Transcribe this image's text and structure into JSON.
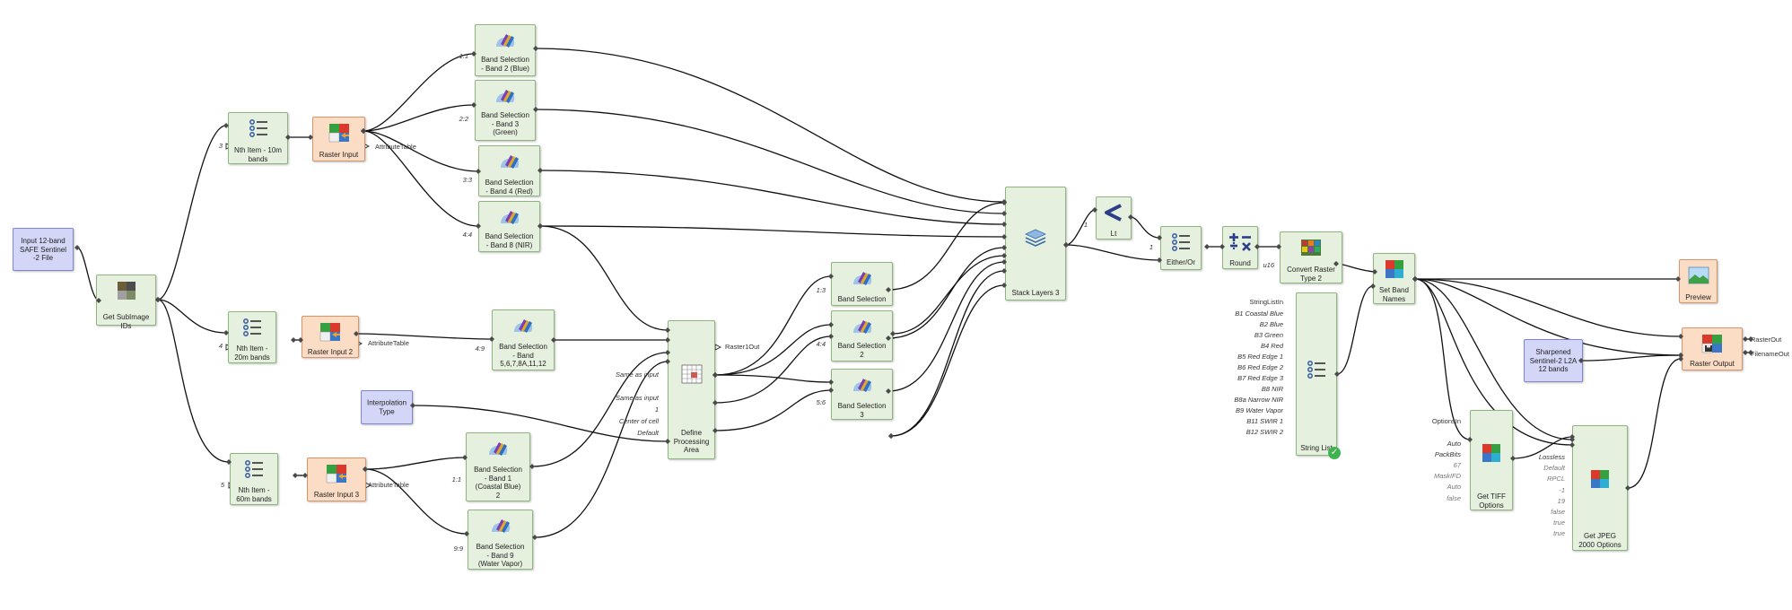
{
  "nodes": {
    "input_file": {
      "label": "Input 12-band\nSAFE Sentinel\n-2 File"
    },
    "get_subimage": {
      "label": "Get SubImage\nIDs"
    },
    "nth_10m": {
      "label": "Nth Item - 10m\nbands",
      "in_value": "3"
    },
    "nth_20m": {
      "label": "Nth Item -\n20m bands",
      "in_value": "4"
    },
    "nth_60m": {
      "label": "Nth Item -\n60m bands",
      "in_value": "5"
    },
    "raster_input": {
      "label": "Raster Input",
      "out_port": "AttributeTable"
    },
    "raster_input_2": {
      "label": "Raster Input 2",
      "out_port": "AttributeTable"
    },
    "raster_input_3": {
      "label": "Raster Input 3",
      "out_port": "AttributeTable"
    },
    "band_2": {
      "label": "Band Selection\n- Band 2 (Blue)",
      "in_value": "1:1"
    },
    "band_3": {
      "label": "Band Selection\n- Band 3\n(Green)",
      "in_value": "2:2"
    },
    "band_4": {
      "label": "Band Selection\n- Band 4 (Red)",
      "in_value": "3:3"
    },
    "band_8": {
      "label": "Band Selection\n- Band 8 (NIR)",
      "in_value": "4:4"
    },
    "band_20m": {
      "label": "Band Selection\n- Band\n5,6,7,8A,11,12",
      "in_value": "4:9"
    },
    "band_1": {
      "label": "Band Selection\n- Band 1\n(Coastal Blue)\n2",
      "in_value": "1:1"
    },
    "band_9": {
      "label": "Band Selection\n- Band 9\n(Water Vapor)",
      "in_value": "9:9"
    },
    "interp_type": {
      "label": "Interpolation\nType"
    },
    "define_area": {
      "label": "Define\nProcessing\nArea",
      "out_port": "Raster1Out",
      "in_values": [
        "Same as input",
        "Same as input",
        "1",
        "Center of cell",
        "Default"
      ]
    },
    "band_sel_a": {
      "label": "Band Selection",
      "in_value": "1:3"
    },
    "band_sel_b": {
      "label": "Band Selection\n2",
      "in_value": "4:4"
    },
    "band_sel_c": {
      "label": "Band Selection\n3",
      "in_value": "5:6"
    },
    "stack_layers": {
      "label": "Stack Layers 3"
    },
    "lt": {
      "label": "Lt",
      "in_value": "1"
    },
    "either_or": {
      "label": "Either/Or",
      "in_value": "1"
    },
    "round": {
      "label": "Round"
    },
    "convert_raster": {
      "label": "Convert Raster\nType 2",
      "in_value": "u16"
    },
    "string_list": {
      "label": "String List",
      "in_values": [
        "StringListIn",
        "B1 Coastal Blue",
        "B2 Blue",
        "B3 Green",
        "B4 Red",
        "B5 Red Edge 1",
        "B6 Red Edge 2",
        "B7 Red Edge 3",
        "B8 NIR",
        "B8a Narrow NIR",
        "B9 Water Vapor",
        "B11 SWIR 1",
        "B12 SWIR 2"
      ]
    },
    "set_band_names": {
      "label": "Set Band\nNames"
    },
    "preview": {
      "label": "Preview"
    },
    "sharpened_name": {
      "label": "Sharpened\nSentinel-2 L2A\n12 bands"
    },
    "raster_output": {
      "label": "Raster Output",
      "out_ports": [
        "RasterOut",
        "FilenameOut"
      ]
    },
    "get_tiff": {
      "label": "Get TIFF\nOptions",
      "in_values": [
        "OptionsIn",
        "Auto",
        "PackBits",
        "67",
        "MaskIFD",
        "Auto",
        "false"
      ]
    },
    "get_jpeg": {
      "label": "Get JPEG\n2000 Options",
      "in_values": [
        "Lossless",
        "Default",
        "RPCL",
        "-1",
        "19",
        "false",
        "true",
        "true"
      ]
    }
  },
  "icons": {
    "input_file": "none",
    "get_subimage": "grid-icon",
    "nth": "list-icon",
    "raster_input": "raster-icon",
    "band_selection": "band-selection-icon",
    "define_area": "define-area-icon",
    "stack": "layers-icon",
    "lt": "less-than-icon",
    "round": "math-icon",
    "convert": "convert-icon",
    "preview": "preview-icon",
    "raster_output": "raster-output-icon",
    "options": "options-icon"
  },
  "colors": {
    "process": "#e6f0df",
    "io": "#fbdcc4",
    "constant": "#d3d6f6",
    "wire": "#111111"
  }
}
